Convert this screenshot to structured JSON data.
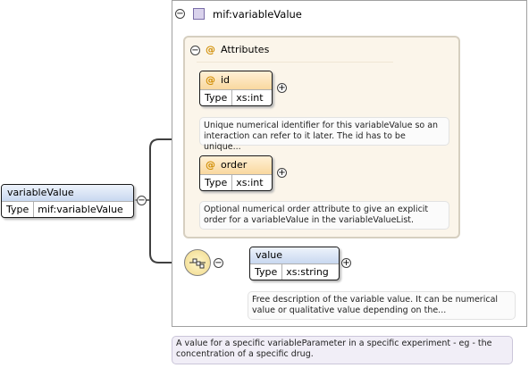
{
  "type_box": {
    "title": "mif:variableValue",
    "attributes_label": "Attributes"
  },
  "attributes": [
    {
      "name": "id",
      "type_key": "Type",
      "type_value": "xs:int",
      "description": "Unique numerical identifier for this variableValue so an interaction can refer to it later. The id has to be unique..."
    },
    {
      "name": "order",
      "type_key": "Type",
      "type_value": "xs:int",
      "description": "Optional numerical order attribute to give an explicit order for a variableValue in the variableValueList."
    }
  ],
  "root_element": {
    "name": "variableValue",
    "type_key": "Type",
    "type_value": "mif:variableValue",
    "description": "A value for a specific variableParameter in a specific experiment - eg - the concentration of a specific drug."
  },
  "child_element": {
    "name": "value",
    "type_key": "Type",
    "type_value": "xs:string",
    "description": "Free description of the variable value. It can be numerical value or qualitative value depending on the..."
  },
  "symbols": {
    "collapse": "−",
    "expand": "+",
    "attribute_marker": "@"
  },
  "icons": [
    "complex-type-icon",
    "sequence-compositor-icon",
    "collapse-icon",
    "expand-icon",
    "attribute-icon"
  ],
  "colors": {
    "attribute_header": "#f9d89f",
    "element_header": "#c8d8f0",
    "attributes_group_bg": "#fbf5ea",
    "type_icon": "#d9d2ec"
  }
}
